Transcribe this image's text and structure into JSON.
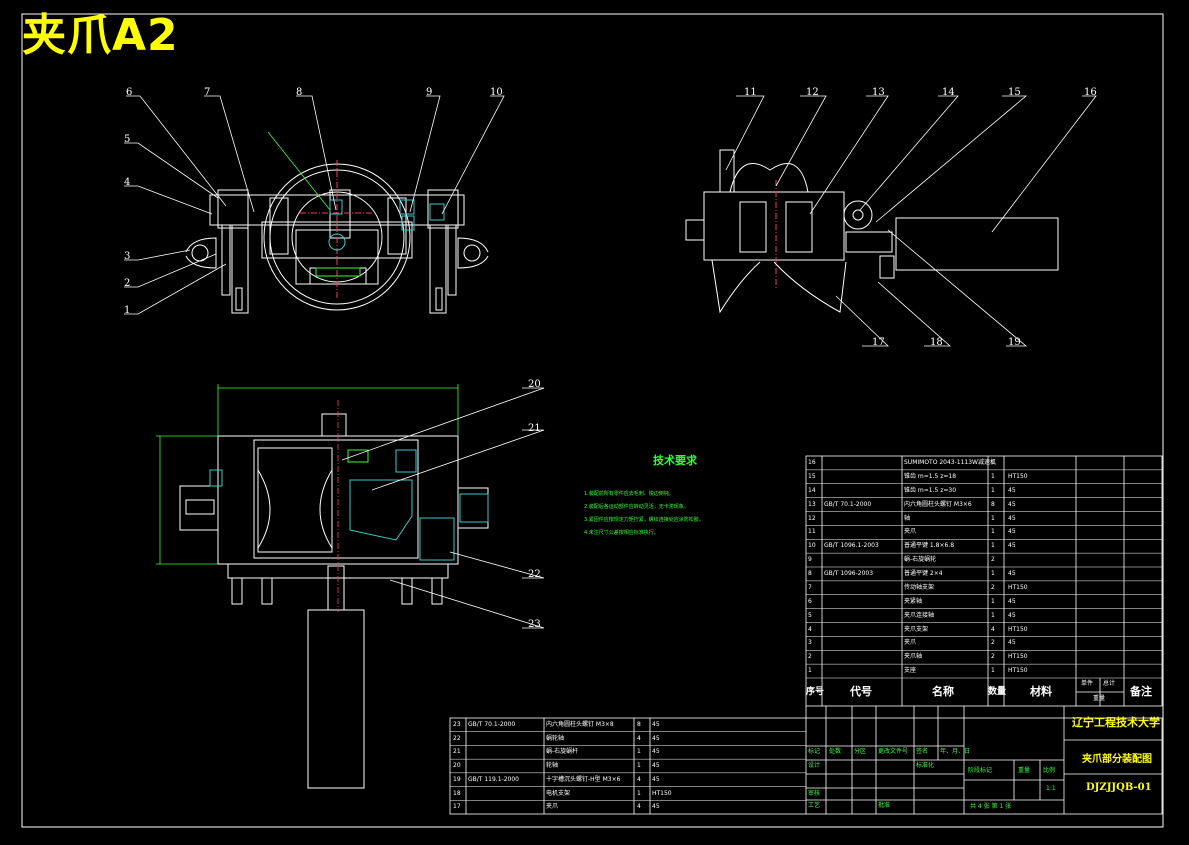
{
  "title": "夹爪A2",
  "colors": {
    "line": "#ffffff",
    "accent": "#33ff33",
    "dim": "#ffff00",
    "section": "#33cccc",
    "mark": "#ff3366"
  },
  "callouts": {
    "n1": "1",
    "n2": "2",
    "n3": "3",
    "n4": "4",
    "n5": "5",
    "n6": "6",
    "n7": "7",
    "n8": "8",
    "n9": "9",
    "n10": "10",
    "n11": "11",
    "n12": "12",
    "n13": "13",
    "n14": "14",
    "n15": "15",
    "n16": "16",
    "n17": "17",
    "n18": "18",
    "n19": "19",
    "n20": "20",
    "n21": "21",
    "n22": "22",
    "n23": "23"
  },
  "tech_requirements": {
    "title": "技术要求",
    "notes": [
      "1.装配前所有零件应去毛刺、锐边倒钝。",
      "2.装配后各运动部件应转动灵活，无卡滞现象。",
      "3.紧固件应按规定力矩拧紧，螺纹连接处应涂防松胶。",
      "4.未注尺寸公差按相应标准执行。"
    ]
  },
  "parts_upper": [
    {
      "no": "16",
      "code": "",
      "name": "SUMIMOTO 2043-1113W减速机",
      "qty": "1",
      "material": "",
      "remark": ""
    },
    {
      "no": "15",
      "code": "",
      "name": "锥齿 m=1.5 z=18",
      "qty": "1",
      "material": "HT150",
      "remark": ""
    },
    {
      "no": "14",
      "code": "",
      "name": "锥齿 m=1.5 z=30",
      "qty": "1",
      "material": "45",
      "remark": ""
    },
    {
      "no": "13",
      "code": "GB/T 70.1-2000",
      "name": "内六角圆柱头螺钉 M3×6",
      "qty": "8",
      "material": "45",
      "remark": ""
    },
    {
      "no": "12",
      "code": "",
      "name": "轴",
      "qty": "1",
      "material": "45",
      "remark": ""
    },
    {
      "no": "11",
      "code": "",
      "name": "夹爪",
      "qty": "1",
      "material": "45",
      "remark": ""
    },
    {
      "no": "10",
      "code": "GB/T 1096.1-2003",
      "name": "普通平键 1.8×6.8",
      "qty": "1",
      "material": "45",
      "remark": ""
    },
    {
      "no": "9",
      "code": "",
      "name": "蜗-右旋蜗轮",
      "qty": "2",
      "material": "",
      "remark": ""
    },
    {
      "no": "8",
      "code": "GB/T 1096-2003",
      "name": "普通平键 2×4",
      "qty": "1",
      "material": "45",
      "remark": ""
    },
    {
      "no": "7",
      "code": "",
      "name": "传动轴支架",
      "qty": "2",
      "material": "HT150",
      "remark": ""
    },
    {
      "no": "6",
      "code": "",
      "name": "夹紧轴",
      "qty": "1",
      "material": "45",
      "remark": ""
    },
    {
      "no": "5",
      "code": "",
      "name": "夹爪连接轴",
      "qty": "1",
      "material": "45",
      "remark": ""
    },
    {
      "no": "4",
      "code": "",
      "name": "夹爪支架",
      "qty": "4",
      "material": "HT150",
      "remark": ""
    },
    {
      "no": "3",
      "code": "",
      "name": "夹爪",
      "qty": "2",
      "material": "45",
      "remark": ""
    },
    {
      "no": "2",
      "code": "",
      "name": "夹爪轴",
      "qty": "2",
      "material": "HT150",
      "remark": ""
    },
    {
      "no": "1",
      "code": "",
      "name": "支座",
      "qty": "1",
      "material": "HT150",
      "remark": ""
    }
  ],
  "parts_header": {
    "no": "序号",
    "code": "代号",
    "name": "名称",
    "qty": "数量",
    "material": "材料",
    "single": "单件",
    "total": "总计",
    "weight": "重量",
    "remark": "备注"
  },
  "parts_lower": [
    {
      "no": "23",
      "code": "GB/T 70.1-2000",
      "name": "内六角圆柱头螺钉 M3×8",
      "qty": "8",
      "material": "45"
    },
    {
      "no": "22",
      "code": "",
      "name": "蜗轮轴",
      "qty": "4",
      "material": "45"
    },
    {
      "no": "21",
      "code": "",
      "name": "蜗-右旋蜗杆",
      "qty": "1",
      "material": "45"
    },
    {
      "no": "20",
      "code": "",
      "name": "轮轴",
      "qty": "1",
      "material": "45"
    },
    {
      "no": "19",
      "code": "GB/T 119.1-2000",
      "name": "十字槽沉头螺钉-H型 M3×6",
      "qty": "4",
      "material": "45"
    },
    {
      "no": "18",
      "code": "",
      "name": "电机支架",
      "qty": "1",
      "material": "HT150"
    },
    {
      "no": "17",
      "code": "",
      "name": "夹爪",
      "qty": "4",
      "material": "45"
    }
  ],
  "title_block": {
    "university": "辽宁工程技术大学",
    "drawing_name": "夹爪部分装配图",
    "drawing_no": "DJZJJQB-01",
    "scale": "1:1",
    "sheet_text": "共 4 张   第 1 张",
    "labels": [
      "标记",
      "处数",
      "分区",
      "更改文件号",
      "签名",
      "年、月、日",
      "设计",
      "标准化",
      "审核",
      "工艺",
      "批准",
      "阶段标记",
      "重量",
      "比例"
    ]
  }
}
